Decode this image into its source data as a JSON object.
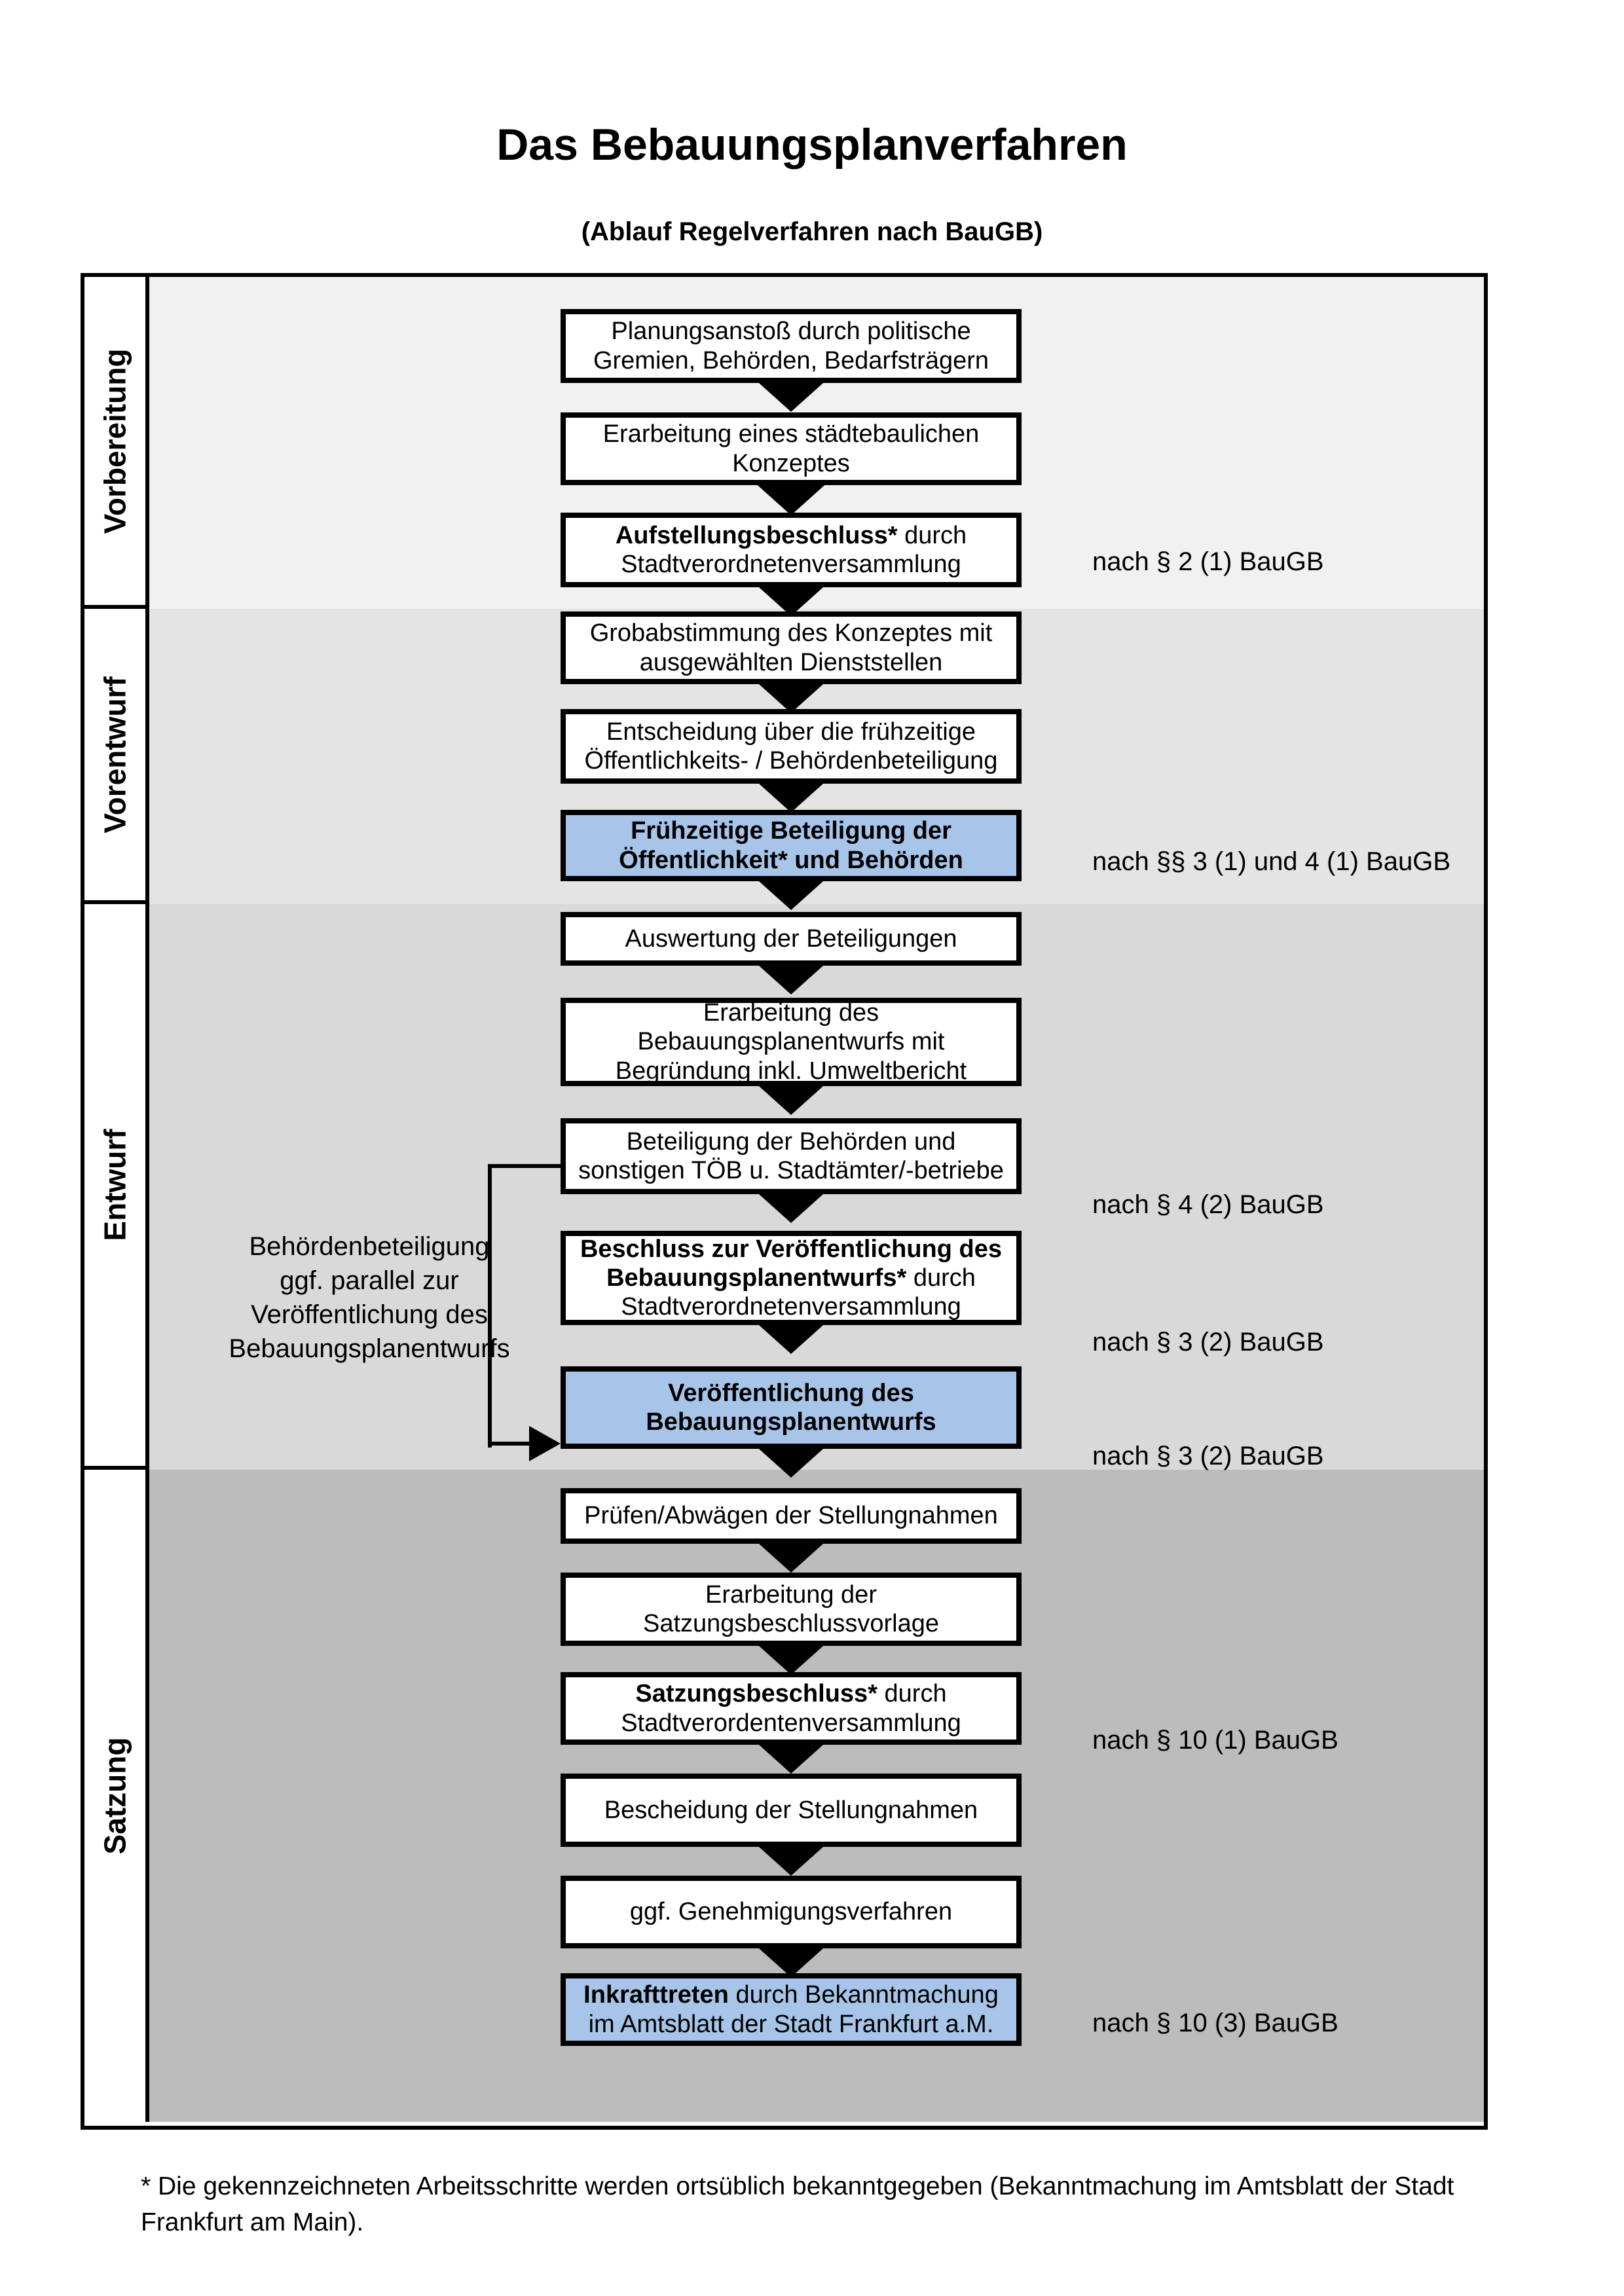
{
  "title": "Das Bebauungsplanverfahren",
  "subtitle": "(Ablauf Regelverfahren nach BauGB)",
  "colors": {
    "highlight_box": "#a6c5e8",
    "box_background": "#ffffff",
    "box_border": "#000000",
    "phase_bands": [
      "#f1f1f1",
      "#e4e4e4",
      "#d9d9d9",
      "#bcbcbc"
    ]
  },
  "phases": [
    {
      "label": "Vorbereitung"
    },
    {
      "label": "Vorentwurf"
    },
    {
      "label": "Entwurf"
    },
    {
      "label": "Satzung"
    }
  ],
  "boxes": [
    {
      "highlight": false,
      "lines": [
        [
          {
            "t": "Planungsanstoß durch politische",
            "b": false
          }
        ],
        [
          {
            "t": "Gremien, Behörden, Bedarfsträgern",
            "b": false
          }
        ]
      ]
    },
    {
      "highlight": false,
      "lines": [
        [
          {
            "t": "Erarbeitung eines städtebaulichen",
            "b": false
          }
        ],
        [
          {
            "t": "Konzeptes",
            "b": false
          }
        ]
      ]
    },
    {
      "highlight": false,
      "lines": [
        [
          {
            "t": "Aufstellungsbeschluss*",
            "b": true
          },
          {
            "t": " durch",
            "b": false
          }
        ],
        [
          {
            "t": "Stadtverordnetenversammlung",
            "b": false
          }
        ]
      ]
    },
    {
      "highlight": false,
      "lines": [
        [
          {
            "t": "Grobabstimmung des Konzeptes mit",
            "b": false
          }
        ],
        [
          {
            "t": "ausgewählten Dienststellen",
            "b": false
          }
        ]
      ]
    },
    {
      "highlight": false,
      "lines": [
        [
          {
            "t": "Entscheidung über die frühzeitige",
            "b": false
          }
        ],
        [
          {
            "t": "Öffentlichkeits- / Behördenbeteiligung",
            "b": false
          }
        ]
      ]
    },
    {
      "highlight": true,
      "lines": [
        [
          {
            "t": "Frühzeitige Beteiligung der",
            "b": true
          }
        ],
        [
          {
            "t": "Öffentlichkeit* und Behörden",
            "b": true
          }
        ]
      ]
    },
    {
      "highlight": false,
      "lines": [
        [
          {
            "t": "Auswertung der Beteiligungen",
            "b": false
          }
        ]
      ]
    },
    {
      "highlight": false,
      "lines": [
        [
          {
            "t": "Erarbeitung des",
            "b": false
          }
        ],
        [
          {
            "t": "Bebauungsplanentwurfs mit",
            "b": false
          }
        ],
        [
          {
            "t": "Begründung inkl. Umweltbericht",
            "b": false
          }
        ]
      ]
    },
    {
      "highlight": false,
      "lines": [
        [
          {
            "t": "Beteiligung der Behörden und",
            "b": false
          }
        ],
        [
          {
            "t": "sonstigen TÖB u. Stadtämter/-betriebe",
            "b": false
          }
        ]
      ]
    },
    {
      "highlight": false,
      "lines": [
        [
          {
            "t": "Beschluss zur Veröffentlichung des",
            "b": true
          }
        ],
        [
          {
            "t": "Bebauungsplanentwurfs*",
            "b": true
          },
          {
            "t": " durch",
            "b": false
          }
        ],
        [
          {
            "t": "Stadtverordnetenversammlung",
            "b": false
          }
        ]
      ]
    },
    {
      "highlight": true,
      "lines": [
        [
          {
            "t": "Veröffentlichung des",
            "b": true
          }
        ],
        [
          {
            "t": "Bebauungsplanentwurfs",
            "b": true
          }
        ]
      ]
    },
    {
      "highlight": false,
      "lines": [
        [
          {
            "t": "Prüfen/Abwägen der Stellungnahmen",
            "b": false
          }
        ]
      ]
    },
    {
      "highlight": false,
      "lines": [
        [
          {
            "t": "Erarbeitung der",
            "b": false
          }
        ],
        [
          {
            "t": "Satzungsbeschlussvorlage",
            "b": false
          }
        ]
      ]
    },
    {
      "highlight": false,
      "lines": [
        [
          {
            "t": "Satzungsbeschluss*",
            "b": true
          },
          {
            "t": " durch",
            "b": false
          }
        ],
        [
          {
            "t": "Stadtverordentenversammlung",
            "b": false
          }
        ]
      ]
    },
    {
      "highlight": false,
      "lines": [
        [
          {
            "t": "Bescheidung der Stellungnahmen",
            "b": false
          }
        ]
      ]
    },
    {
      "highlight": false,
      "lines": [
        [
          {
            "t": "ggf. Genehmigungsverfahren",
            "b": false
          }
        ]
      ]
    },
    {
      "highlight": true,
      "lines": [
        [
          {
            "t": "Inkrafttreten",
            "b": true
          },
          {
            "t": " durch Bekanntmachung",
            "b": false
          }
        ],
        [
          {
            "t": "im Amtsblatt der Stadt Frankfurt a.M.",
            "b": false
          }
        ]
      ]
    }
  ],
  "right_annotations": [
    {
      "text": "nach § 2 (1) BauGB"
    },
    {
      "text": "nach §§ 3 (1) und 4 (1) BauGB"
    },
    {
      "text": "nach § 4 (2) BauGB"
    },
    {
      "text": "nach § 3 (2) BauGB"
    },
    {
      "text": "nach § 3 (2) BauGB"
    },
    {
      "text": "nach § 10 (1) BauGB"
    },
    {
      "text": "nach § 10 (3) BauGB"
    }
  ],
  "side_annotation": {
    "lines": [
      "Behördenbeteiligung",
      "ggf. parallel zur",
      "Veröffentlichung des",
      "Bebauungsplanentwurfs"
    ]
  },
  "footnote": "* Die gekennzeichneten Arbeitsschritte werden ortsüblich bekanntgegeben (Bekanntmachung im Amtsblatt der Stadt Frankfurt am Main)."
}
